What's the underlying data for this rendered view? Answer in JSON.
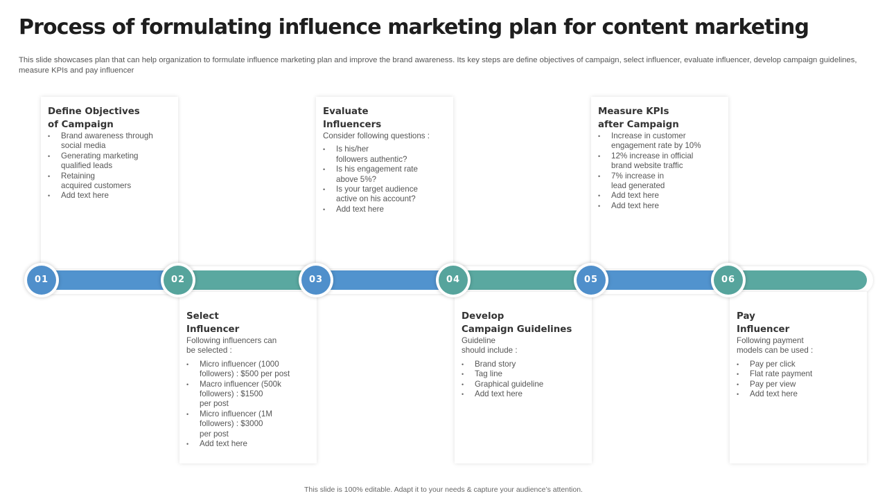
{
  "title": "Process of formulating influence marketing plan for content marketing",
  "subtitle": "This slide showcases plan that can help organization to formulate influence marketing plan and improve the brand awareness. Its key steps are define objectives of campaign, select influencer, evaluate influencer, develop campaign guidelines, measure KPIs and pay influencer",
  "colors": {
    "blue": "#4f8fcb",
    "teal": "#56a49c"
  },
  "steps": [
    {
      "number": "01",
      "title": "Define Objectives\nof Campaign",
      "intro": "",
      "items": [
        "Brand awareness through\nsocial media",
        "Generating marketing\nqualified leads",
        "Retaining\nacquired customers",
        "Add text here"
      ]
    },
    {
      "number": "02",
      "title": "Select\nInfluencer",
      "intro": "Following influencers can\nbe selected :",
      "items": [
        "Micro influencer (1000\nfollowers) : $500 per post",
        "Macro influencer (500k\nfollowers) : $1500\nper post",
        "Micro influencer (1M\nfollowers) : $3000\nper post",
        "Add text here"
      ]
    },
    {
      "number": "03",
      "title": "Evaluate\nInfluencers",
      "intro": "Consider following questions :",
      "items": [
        "Is his/her\nfollowers authentic?",
        "Is his engagement rate\nabove 5%?",
        "Is your target audience\nactive on his account?",
        "Add text here"
      ]
    },
    {
      "number": "04",
      "title": "Develop\nCampaign Guidelines",
      "intro": "Guideline\nshould include :",
      "items": [
        "Brand story",
        "Tag line",
        "Graphical guideline",
        "Add text here"
      ]
    },
    {
      "number": "05",
      "title": "Measure KPIs\nafter Campaign",
      "intro": "",
      "items": [
        "Increase in customer\nengagement rate by 10%",
        "12% increase in official\nbrand website traffic",
        "7% increase in\nlead generated",
        "Add text here",
        "Add text here"
      ]
    },
    {
      "number": "06",
      "title": "Pay\nInfluencer",
      "intro": "Following payment\nmodels can be used :",
      "items": [
        "Pay per click",
        "Flat rate payment",
        "Pay per view",
        "Add text here"
      ]
    }
  ],
  "footer": "This slide is 100% editable.  Adapt it to your needs & capture your audience’s attention."
}
